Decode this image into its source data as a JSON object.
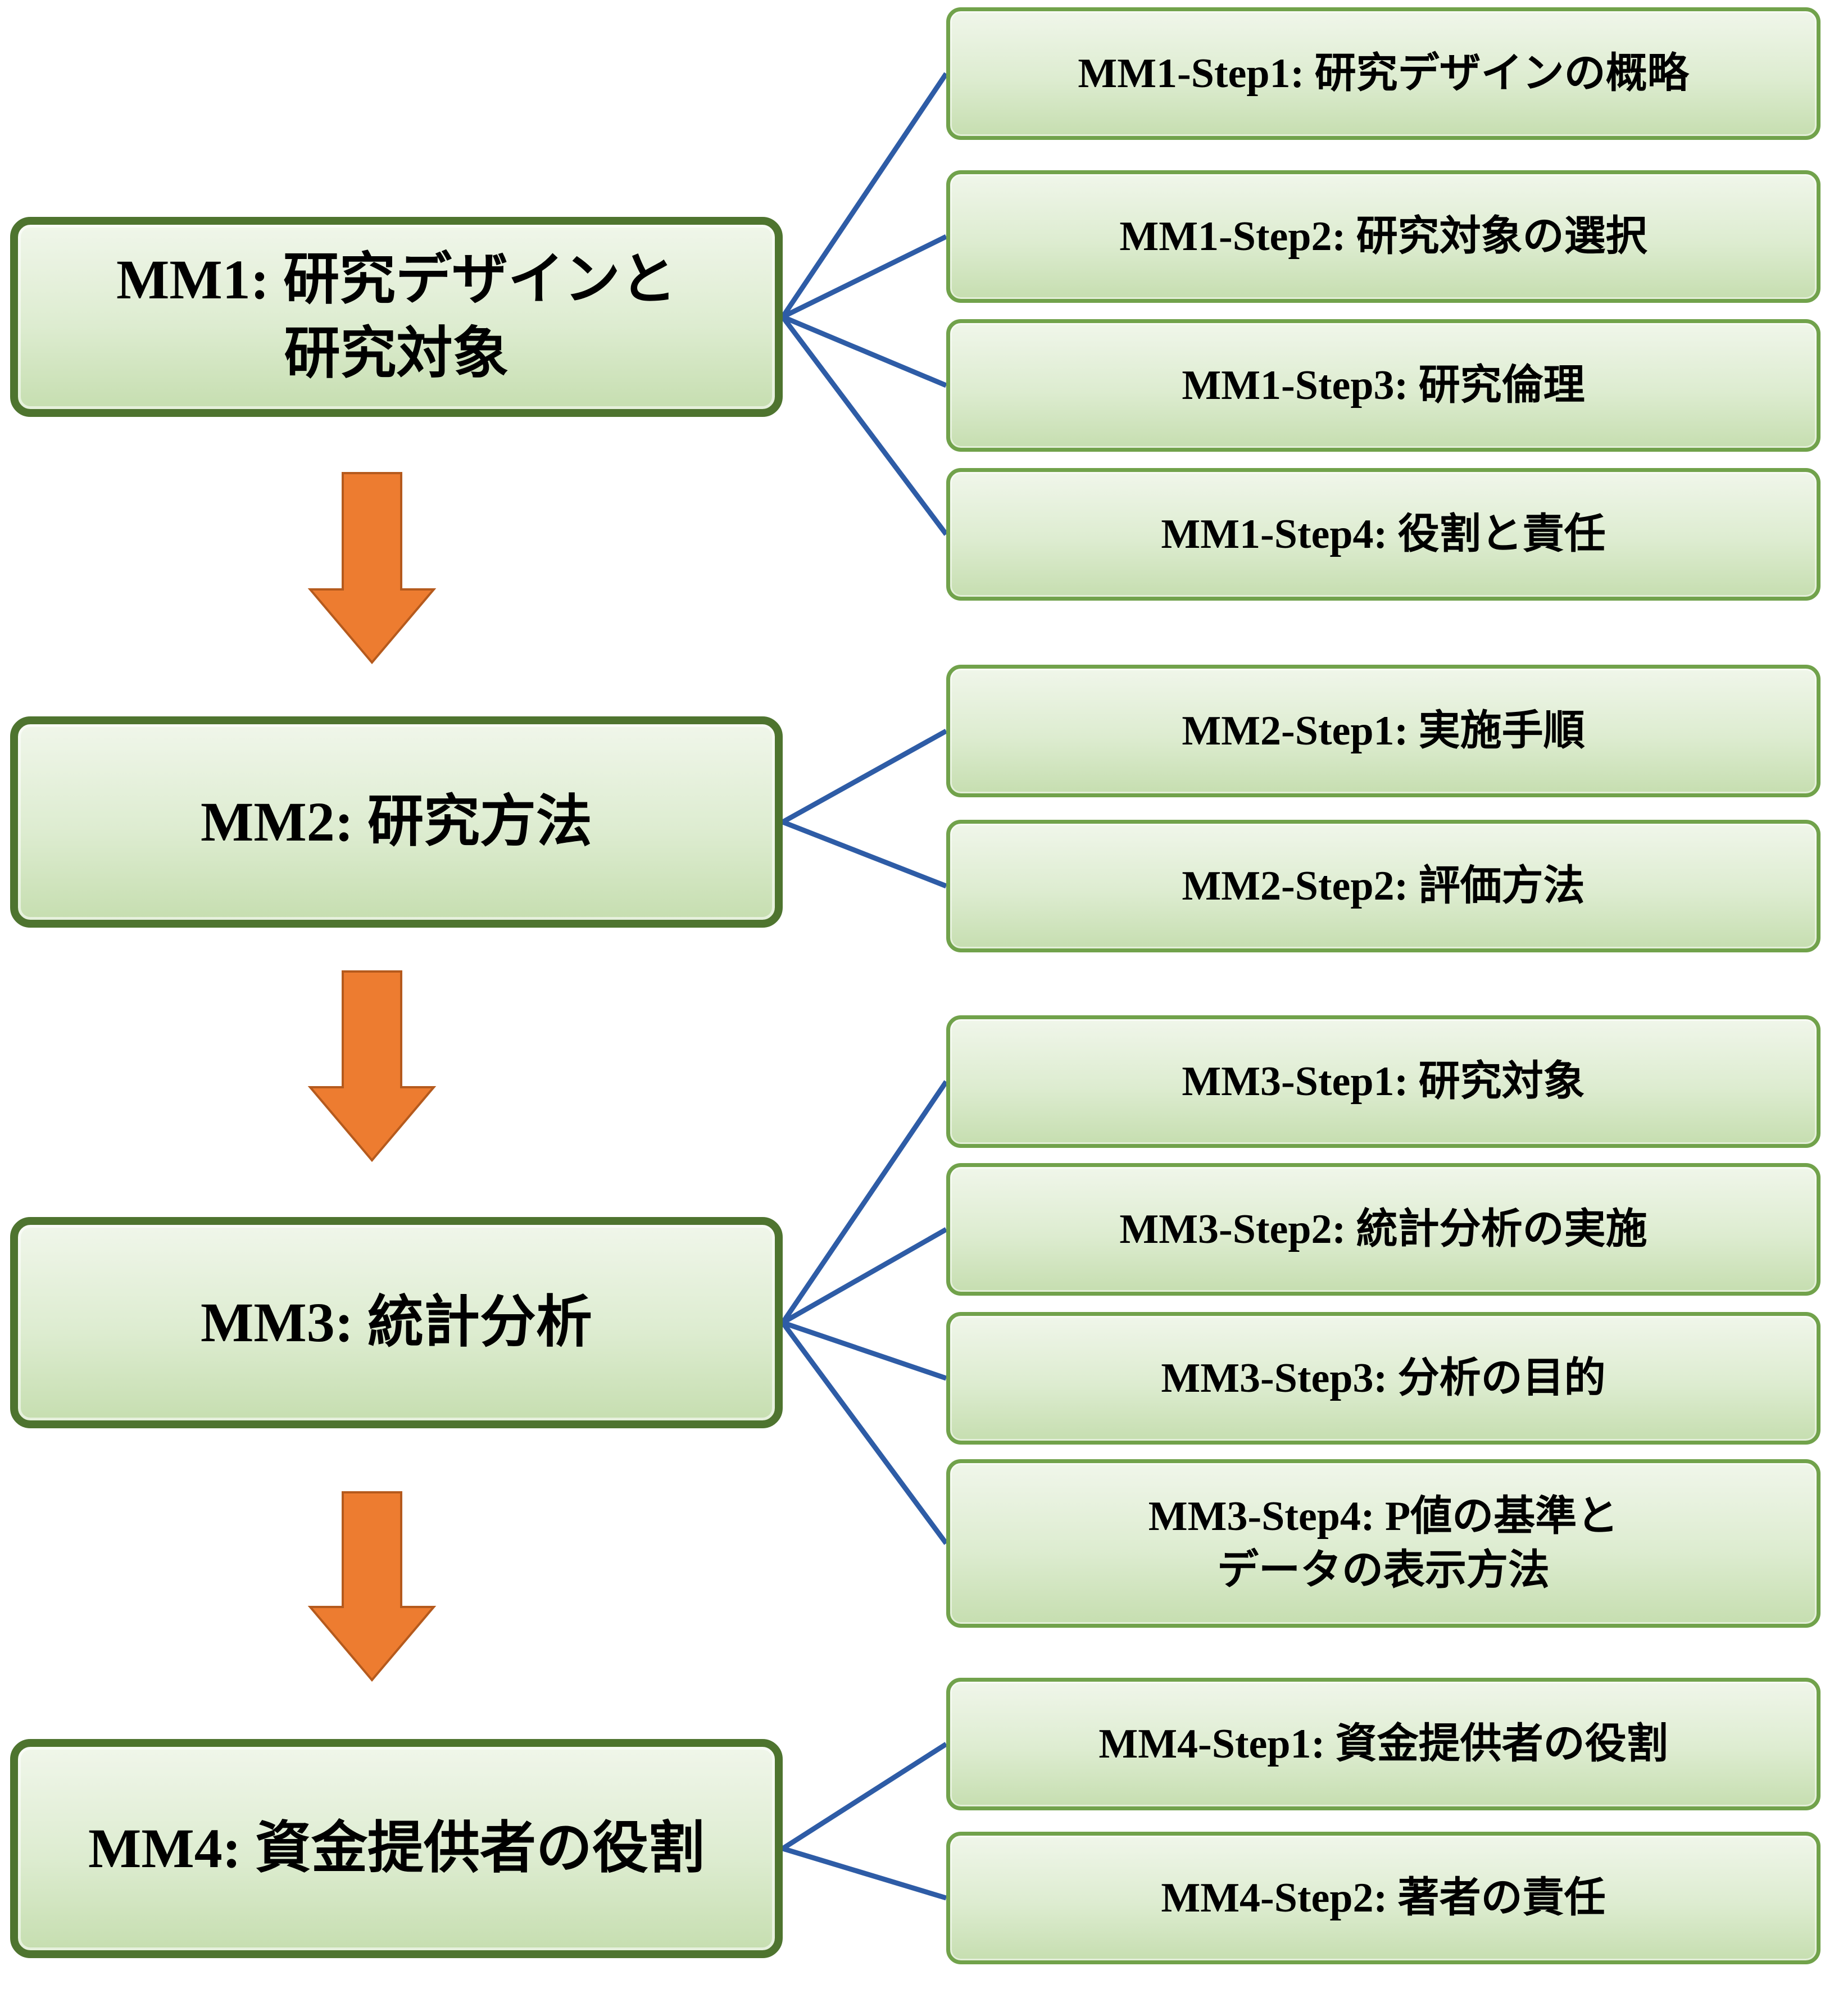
{
  "diagram": {
    "groups": [
      {
        "main": {
          "line1": "MM1: 研究デザインと",
          "line2": "研究対象"
        },
        "steps": [
          {
            "line1": "MM1-Step1: 研究デザインの概略"
          },
          {
            "line1": "MM1-Step2: 研究対象の選択"
          },
          {
            "line1": "MM1-Step3: 研究倫理"
          },
          {
            "line1": "MM1-Step4: 役割と責任"
          }
        ]
      },
      {
        "main": {
          "line1": "MM2: 研究方法"
        },
        "steps": [
          {
            "line1": "MM2-Step1: 実施手順"
          },
          {
            "line1": "MM2-Step2: 評価方法"
          }
        ]
      },
      {
        "main": {
          "line1": "MM3: 統計分析"
        },
        "steps": [
          {
            "line1": "MM3-Step1: 研究対象"
          },
          {
            "line1": "MM3-Step2: 統計分析の実施"
          },
          {
            "line1": "MM3-Step3: 分析の目的"
          },
          {
            "line1": "MM3-Step4: P値の基準と",
            "line2": "データの表示方法"
          }
        ]
      },
      {
        "main": {
          "line1": "MM4: 資金提供者の役割"
        },
        "steps": [
          {
            "line1": "MM4-Step1: 資金提供者の役割"
          },
          {
            "line1": "MM4-Step2: 著者の責任"
          }
        ]
      }
    ]
  },
  "colors": {
    "box_top": "#f0f6ea",
    "box_mid": "#ddecd0",
    "box_bottom": "#c6deb0",
    "main_border": "#4e742f",
    "step_border": "#71a24b",
    "connector": "#2e5ca6",
    "arrow_fill": "#ed7c30",
    "arrow_border": "#b55a1d",
    "text": "#000000"
  }
}
